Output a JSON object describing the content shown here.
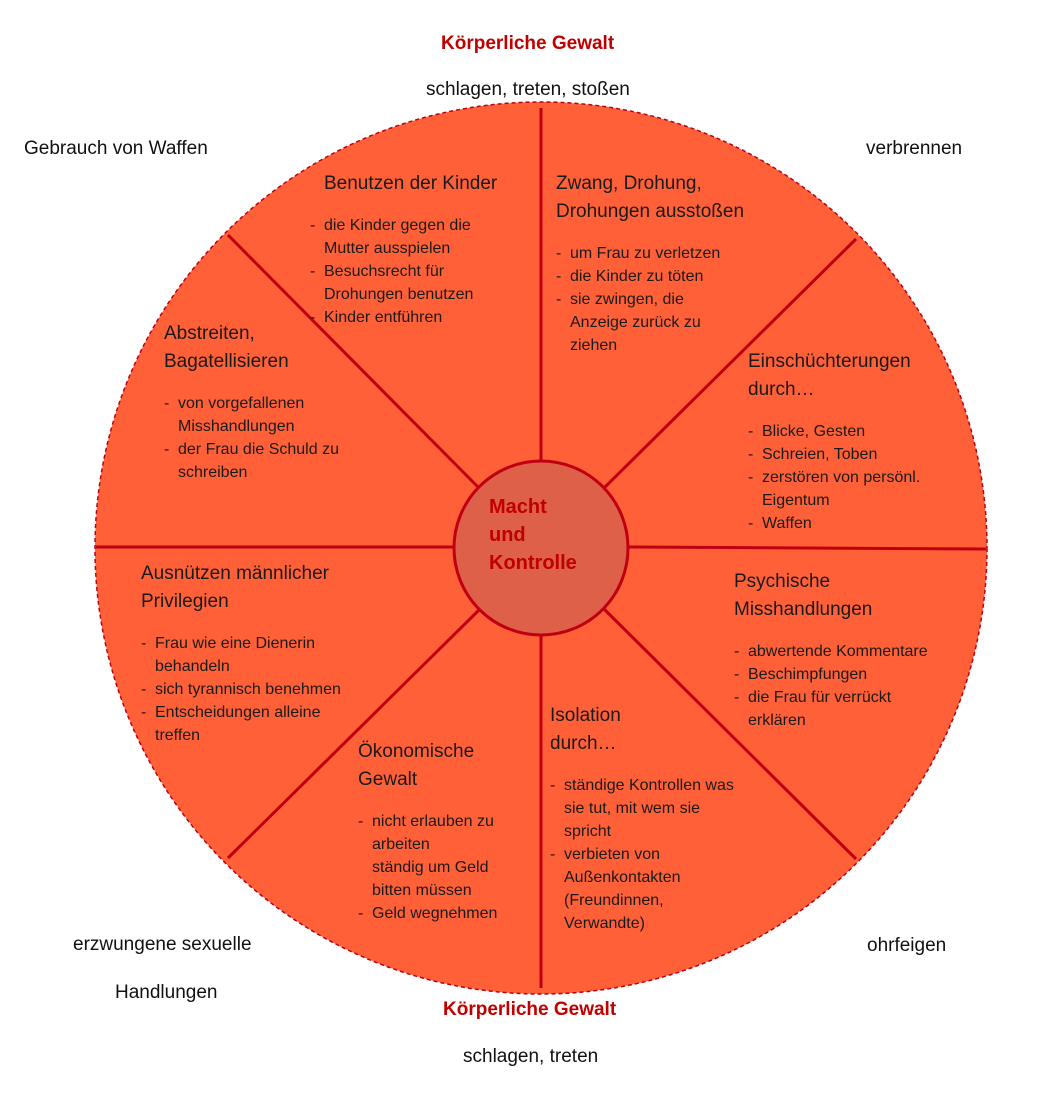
{
  "colors": {
    "segment": "#ff6038",
    "hub": "#de6048",
    "stroke": "#c00010",
    "accent": "#c00000"
  },
  "outer": {
    "top_heading": "Körperliche Gewalt",
    "top_sub": "schlagen, treten, stoßen",
    "top_left": "Gebrauch von Waffen",
    "top_right": "verbrennen",
    "bottom_left_line1": "erzwungene sexuelle",
    "bottom_left_line2": "Handlungen",
    "bottom_right": "ohrfeigen",
    "bottom_heading": "Körperliche Gewalt",
    "bottom_sub": "schlagen, treten"
  },
  "center": {
    "line1": "Macht",
    "line2": "und",
    "line3": "Kontrolle"
  },
  "segments": {
    "kinder": {
      "title_l1": "Benutzen der Kinder",
      "items": [
        "die Kinder gegen die",
        "Mutter ausspielen",
        "Besuchsrecht für",
        "Drohungen benutzen",
        "Kinder entführen"
      ]
    },
    "zwang": {
      "title_l1": "Zwang, Drohung,",
      "title_l2": "Drohungen ausstoßen",
      "items": [
        "um Frau zu verletzen",
        "die Kinder zu töten",
        "sie zwingen, die",
        "Anzeige zurück zu",
        "ziehen"
      ]
    },
    "abstreiten": {
      "title_l1": "Abstreiten,",
      "title_l2": "Bagatellisieren",
      "items": [
        "von vorgefallenen",
        "Misshandlungen",
        "der Frau die Schuld zu",
        "schreiben"
      ]
    },
    "einschuechterung": {
      "title_l1": "Einschüchterungen",
      "title_l2": "durch…",
      "items": [
        "Blicke, Gesten",
        "Schreien, Toben",
        "zerstören von persönl.",
        "Eigentum",
        "Waffen"
      ]
    },
    "privilegien": {
      "title_l1": "Ausnützen männlicher",
      "title_l2": "Privilegien",
      "items": [
        "Frau wie eine Dienerin",
        "behandeln",
        "sich tyrannisch benehmen",
        "Entscheidungen alleine",
        "treffen"
      ]
    },
    "psychisch": {
      "title_l1": "Psychische",
      "title_l2": "Misshandlungen",
      "items": [
        "abwertende Kommentare",
        "Beschimpfungen",
        "die Frau für verrückt",
        "erklären"
      ]
    },
    "oekonomisch": {
      "title_l1": "Ökonomische",
      "title_l2": "Gewalt",
      "items": [
        "nicht erlauben zu",
        "arbeiten",
        "ständig um Geld",
        "bitten müssen",
        "Geld wegnehmen"
      ]
    },
    "isolation": {
      "title_l1": "Isolation",
      "title_l2": "durch…",
      "items": [
        "ständige Kontrollen was",
        "sie tut, mit wem sie",
        "spricht",
        "verbieten von",
        "Außenkontakten",
        "(Freundinnen,",
        "Verwandte)"
      ]
    }
  }
}
